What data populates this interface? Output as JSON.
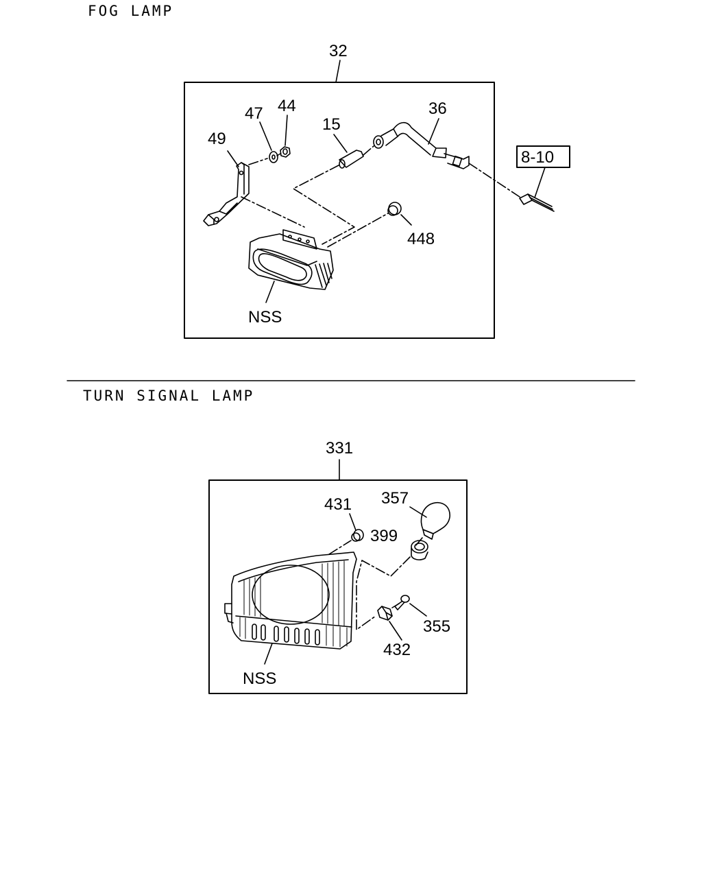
{
  "sections": {
    "fog": {
      "title": "FOG LAMP",
      "assembly_callout": "32",
      "callouts": {
        "c47": "47",
        "c44": "44",
        "c49": "49",
        "c15": "15",
        "c36": "36",
        "c448": "448",
        "nss": "NSS"
      },
      "reference_box": "8-10"
    },
    "turn": {
      "title": "TURN SIGNAL LAMP",
      "assembly_callout": "331",
      "callouts": {
        "c431": "431",
        "c357": "357",
        "c399": "399",
        "c355": "355",
        "c432": "432",
        "nss": "NSS"
      }
    }
  }
}
